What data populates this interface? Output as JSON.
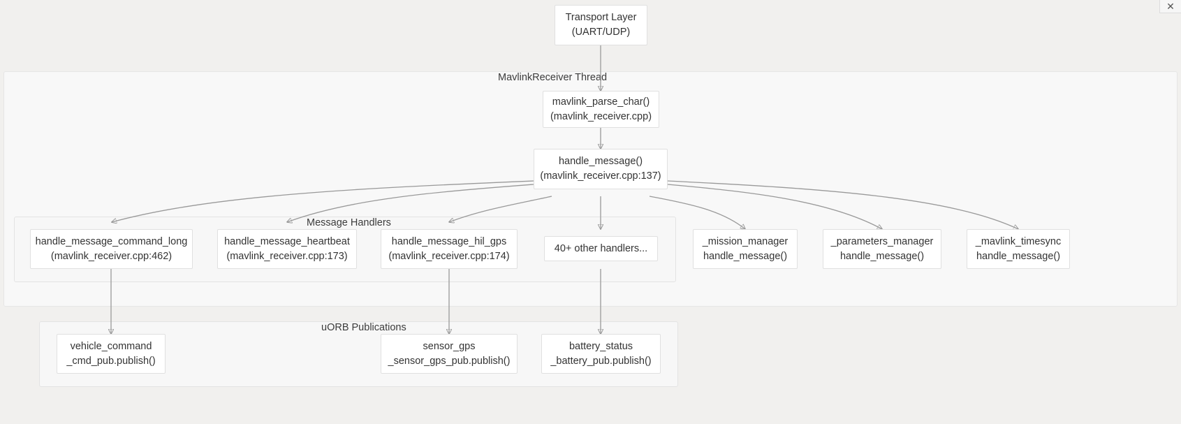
{
  "diagram": {
    "title_icons": {
      "close": "✕"
    },
    "nodes": {
      "transport": {
        "line1": "Transport Layer",
        "line2": "(UART/UDP)"
      },
      "parse_char": {
        "line1": "mavlink_parse_char()",
        "line2": "(mavlink_receiver.cpp)"
      },
      "handle_message": {
        "line1": "handle_message()",
        "line2": "(mavlink_receiver.cpp:137)"
      },
      "cmd_long": {
        "line1": "handle_message_command_long",
        "line2": "(mavlink_receiver.cpp:462)"
      },
      "heartbeat": {
        "line1": "handle_message_heartbeat",
        "line2": "(mavlink_receiver.cpp:173)"
      },
      "hil_gps": {
        "line1": "handle_message_hil_gps",
        "line2": "(mavlink_receiver.cpp:174)"
      },
      "other_handlers": {
        "line1": "40+ other handlers...",
        "line2": ""
      },
      "mission_manager": {
        "line1": "_mission_manager",
        "line2": "handle_message()"
      },
      "parameters_manager": {
        "line1": "_parameters_manager",
        "line2": "handle_message()"
      },
      "mavlink_timesync": {
        "line1": "_mavlink_timesync",
        "line2": "handle_message()"
      },
      "vehicle_command": {
        "line1": "vehicle_command",
        "line2": "_cmd_pub.publish()"
      },
      "sensor_gps": {
        "line1": "sensor_gps",
        "line2": "_sensor_gps_pub.publish()"
      },
      "battery_status": {
        "line1": "battery_status",
        "line2": "_battery_pub.publish()"
      }
    },
    "subgraphs": {
      "receiver_thread": {
        "label": "MavlinkReceiver Thread"
      },
      "message_handlers": {
        "label": "Message Handlers"
      },
      "uorb_publications": {
        "label": "uORB Publications"
      }
    },
    "colors": {
      "page_background": "#f1f0ee",
      "subgraph_background": "#f7f7f7",
      "node_background": "#ffffff",
      "node_border": "#e0e0e0",
      "edge_stroke": "#999999",
      "text": "#333333"
    }
  }
}
